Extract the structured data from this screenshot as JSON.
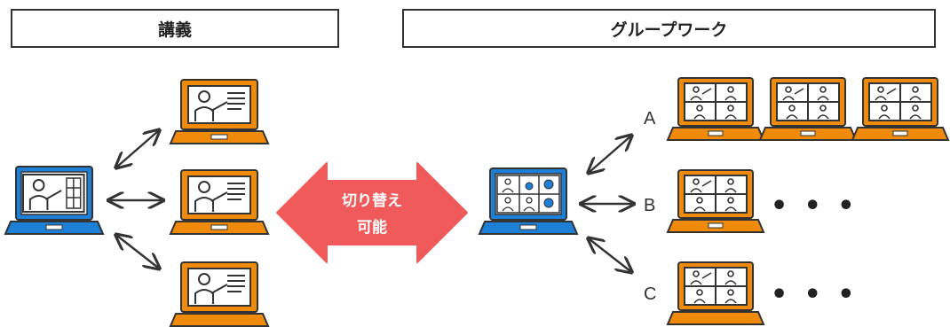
{
  "sections": {
    "lecture_label": "講義",
    "group_work_label": "グループワーク"
  },
  "switch": {
    "line1": "切り替え",
    "line2": "可能"
  },
  "groups": [
    "A",
    "B",
    "C"
  ],
  "more_indicator": "• • •",
  "colors": {
    "host_laptop": "#1e7fd6",
    "student_laptop": "#f08a0a",
    "switch_arrow": "#f05a5a",
    "outline": "#333333"
  },
  "icons": {
    "host": "laptop-presenter-icon",
    "student": "laptop-presenter-icon",
    "group_call": "laptop-video-grid-icon",
    "arrow": "double-arrow-icon"
  }
}
